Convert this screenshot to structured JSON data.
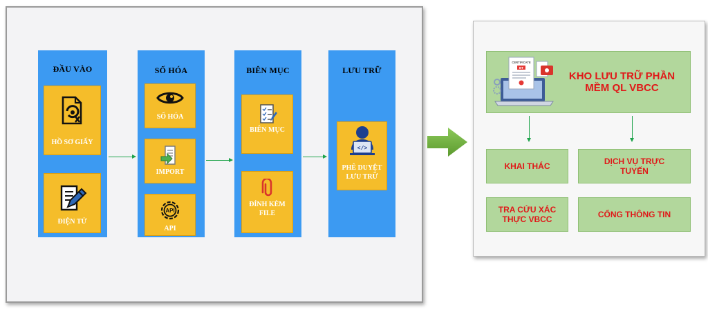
{
  "workflow": {
    "columns": [
      {
        "title": "ĐẦU VÀO",
        "cards": [
          {
            "label": "HỒ SƠ GIẤY",
            "icon": "paper-document-icon"
          },
          {
            "label": "ĐIỆN TỬ",
            "icon": "electronic-document-icon"
          }
        ]
      },
      {
        "title": "SỐ HÓA",
        "cards": [
          {
            "label": "SỐ HÓA",
            "icon": "eye-icon"
          },
          {
            "label": "IMPORT",
            "icon": "import-icon"
          },
          {
            "label": "API",
            "icon": "api-gear-icon"
          }
        ]
      },
      {
        "title": "BIÊN MỤC",
        "cards": [
          {
            "label": "BIÊN MỤC",
            "icon": "checklist-icon"
          },
          {
            "label": "ĐÍNH KÈM FILE",
            "icon": "paperclip-icon"
          }
        ]
      },
      {
        "title": "LƯU TRỮ",
        "cards": [
          {
            "label": "PHÊ DUYỆT LƯU TRỮ",
            "icon": "developer-user-icon"
          }
        ]
      }
    ]
  },
  "repository": {
    "title": "KHO LƯU TRỮ PHẦN MỀM QL VBCC",
    "image_text": {
      "cert_header": "CERTIFICATE",
      "cert_badge": "BT"
    },
    "services": [
      "KHAI THÁC",
      "DỊCH VỤ TRỰC TUYẾN",
      "TRA CỨU XÁC THỰC VBCC",
      "CỔNG THÔNG TIN"
    ]
  },
  "colors": {
    "column": "#3c9af2",
    "card": "#f5bd2a",
    "service_box": "#b2d79c",
    "service_text": "#e01818",
    "arrow": "#6fae3c",
    "connector": "#1da34a"
  }
}
